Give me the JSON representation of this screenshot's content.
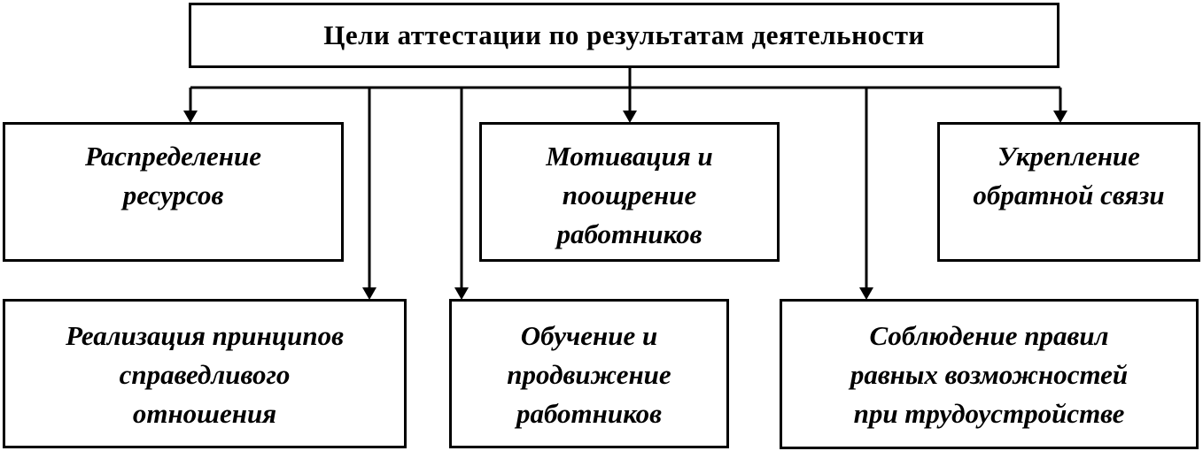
{
  "diagram": {
    "title": "Цели аттестации по результатам деятельности",
    "nodes": [
      {
        "id": "resource-allocation",
        "label": "Распределение\nресурсов"
      },
      {
        "id": "motivation",
        "label": "Мотивация и\nпоощрение\nработников"
      },
      {
        "id": "feedback",
        "label": "Укрепление\nобратной связи"
      },
      {
        "id": "fair-treatment",
        "label": "Реализация принципов\nсправедливого\nотношения"
      },
      {
        "id": "training-promotion",
        "label": "Обучение и\nпродвижение\nработников"
      },
      {
        "id": "equal-opportunity",
        "label": "Соблюдение правил\nравных возможностей\nпри трудоустройстве"
      }
    ],
    "colors": {
      "ink": "#000000",
      "background": "#ffffff"
    }
  }
}
